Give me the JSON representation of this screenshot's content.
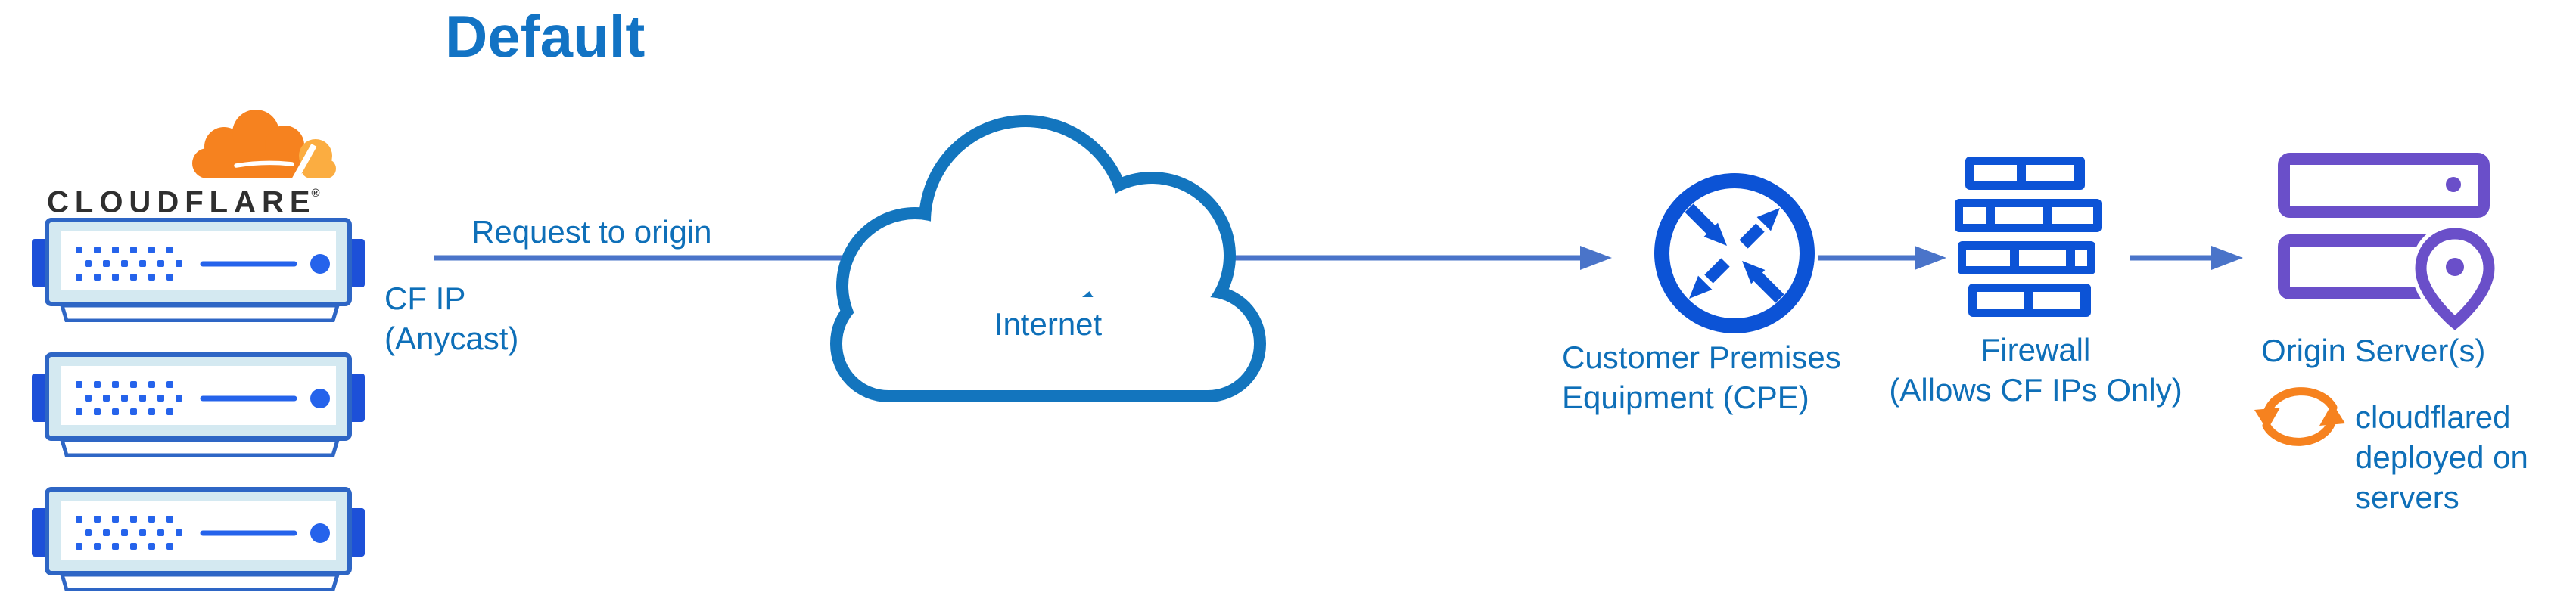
{
  "title": "Default",
  "cloudflare_logo": {
    "wordmark": "CLOUDFLARE",
    "registered_mark": "®"
  },
  "request_arrow": {
    "label": "Request to origin",
    "caption_lines": [
      "CF IP",
      "(Anycast)"
    ]
  },
  "internet_cloud": {
    "label": "Internet"
  },
  "cpe": {
    "label_lines": [
      "Customer Premises",
      "Equipment (CPE)"
    ]
  },
  "firewall": {
    "label_lines": [
      "Firewall",
      "(Allows CF IPs Only)"
    ]
  },
  "origin": {
    "label": "Origin Server(s)",
    "note_lines": [
      "cloudflared",
      "deployed on",
      "servers"
    ]
  },
  "icons": {
    "cloudflare-logo-cloud-icon": "orange cloudflare cloud logo",
    "cloudflare-server-icon": "blue edge server rack unit (x3)",
    "internet-cloud-icon": "blue outlined cloud",
    "cpe-router-icon": "circle with four diagonal arrows",
    "firewall-icon": "blue brick wall",
    "origin-servers-icon": "purple stacked servers with location pin",
    "location-pin-icon": "map pin on origin servers",
    "sync-icon": "orange circular refresh arrows"
  },
  "colors": {
    "title_blue": "#1273C4",
    "label_blue": "#0E6FB8",
    "arrow_blue": "#4A74C9",
    "cloud_outline_blue": "#1375BE",
    "icon_blue": "#0C53D6",
    "server_accent_blue": "#2563EB",
    "server_tab_blue": "#1D50D8",
    "server_border_blue": "#2E66C5",
    "server_frame_light": "#D4E9F1",
    "origin_purple": "#6A4FC9",
    "cloudflare_orange": "#F6821F",
    "cloudflare_orange_light": "#FBAD41",
    "wordmark_dark": "#2F2F2F",
    "background": "#FFFFFF"
  }
}
